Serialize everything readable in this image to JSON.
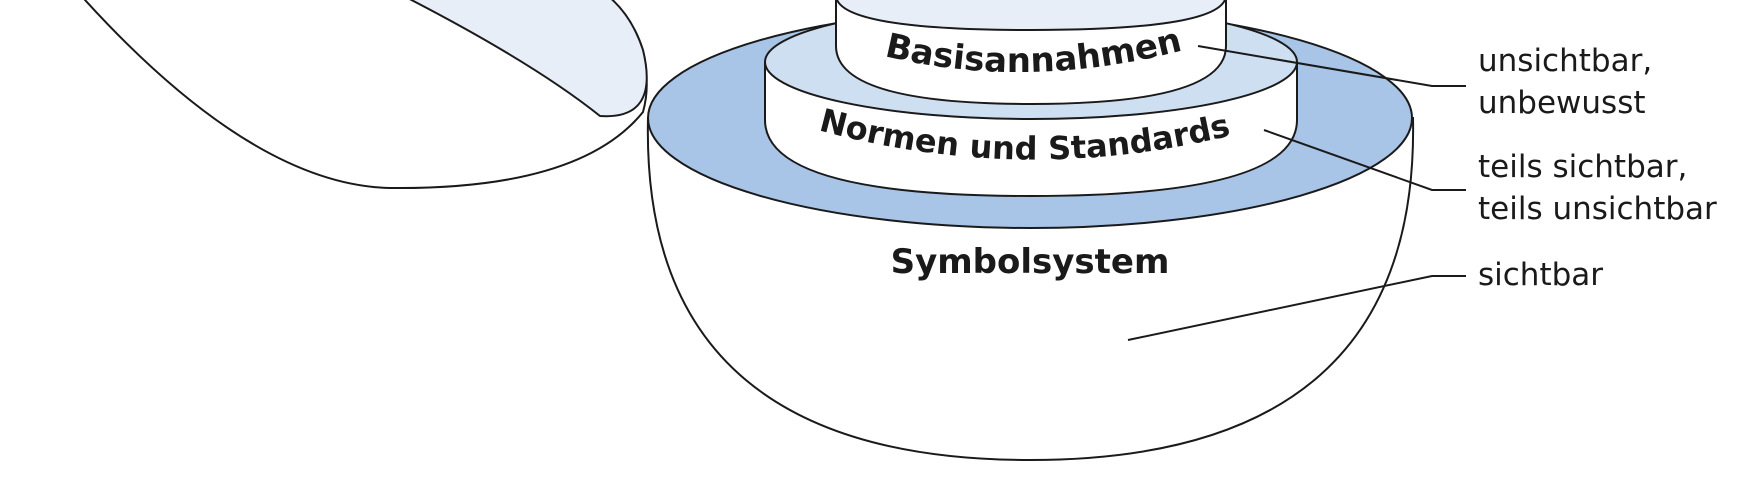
{
  "layers": {
    "inner": "Basisannahmen",
    "middle": "Normen und Standards",
    "outer": "Symbolsystem"
  },
  "annotations": {
    "basis": [
      "unsichtbar,",
      "unbewusst"
    ],
    "normen": [
      "teils sichtbar,",
      "teils unsichtbar"
    ],
    "symbol": [
      "sichtbar"
    ]
  },
  "colors": {
    "outer_ring": "#a8c4e6",
    "middle_disc": "#cfdff2",
    "inner_top": "#e8eef8",
    "cap_fill": "#e8eef8",
    "outline": "#1a1a1a",
    "bowl": "#ffffff"
  }
}
